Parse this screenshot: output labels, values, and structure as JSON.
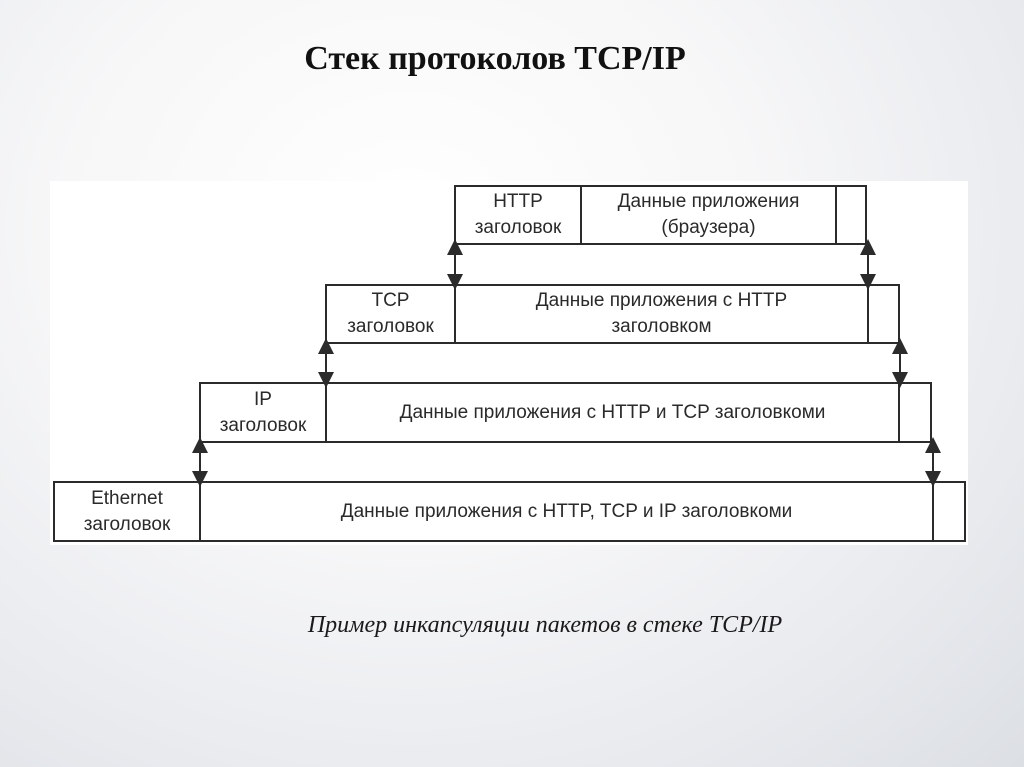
{
  "title": "Стек протоколов TCP/IP",
  "caption": "Пример инкапсуляции пакетов в стеке TCP/IP",
  "layers": [
    {
      "header": "HTTP\nзаголовок",
      "data": "Данные приложения\n(браузера)"
    },
    {
      "header": "TCP\nзаголовок",
      "data": "Данные приложения с HTTP\nзаголовком"
    },
    {
      "header": "IP\nзаголовок",
      "data": "Данные приложения с HTTP  и TCP заголовкоми"
    },
    {
      "header": "Ethernet\nзаголовок",
      "data": "Данные приложения с HTTP, TCP и IP заголовкоми"
    }
  ],
  "colors": {
    "line": "#2b2b2b",
    "text": "#2a2a2a"
  }
}
